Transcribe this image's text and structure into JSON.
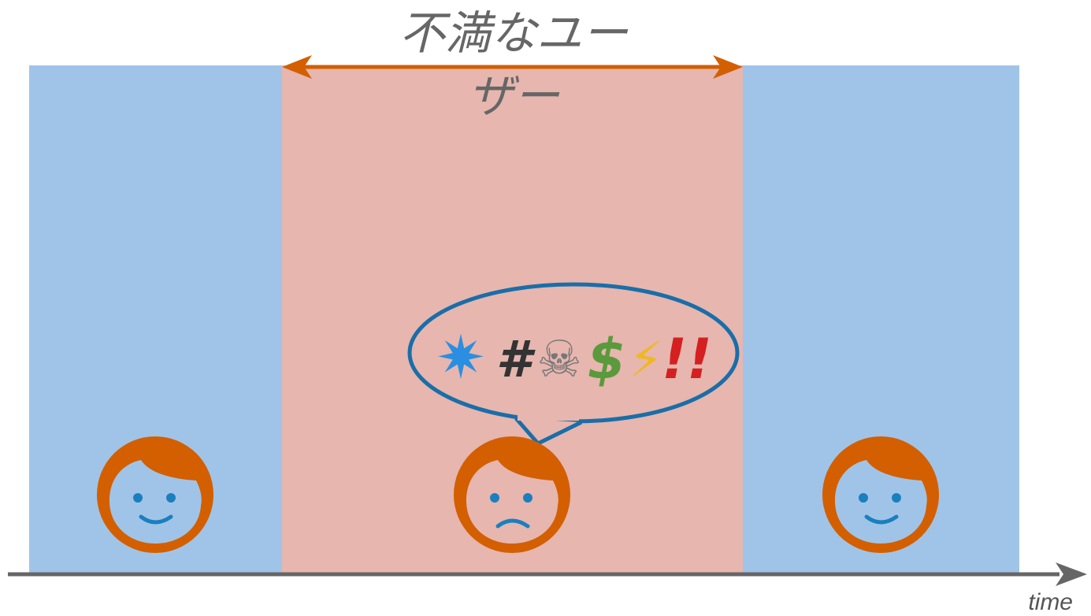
{
  "header": {
    "label_line1": "不満なユー",
    "label_line2": "ザー"
  },
  "axis": {
    "label": "time"
  },
  "bubble": {
    "glyphs": [
      "✷",
      "#",
      "☠",
      "$",
      "⚡",
      "!!"
    ]
  },
  "colors": {
    "happy_period": "#a0c4e7",
    "unhappy_period": "#e6b6af",
    "arrow": "#d35f00",
    "face": "#d35f00",
    "face_features": "#1a7fbf",
    "bubble_outline": "#1a6ea8",
    "axis": "#666666"
  },
  "icons": {
    "left_face": "happy-face-icon",
    "middle_face": "sad-face-icon",
    "right_face": "happy-face-icon"
  }
}
